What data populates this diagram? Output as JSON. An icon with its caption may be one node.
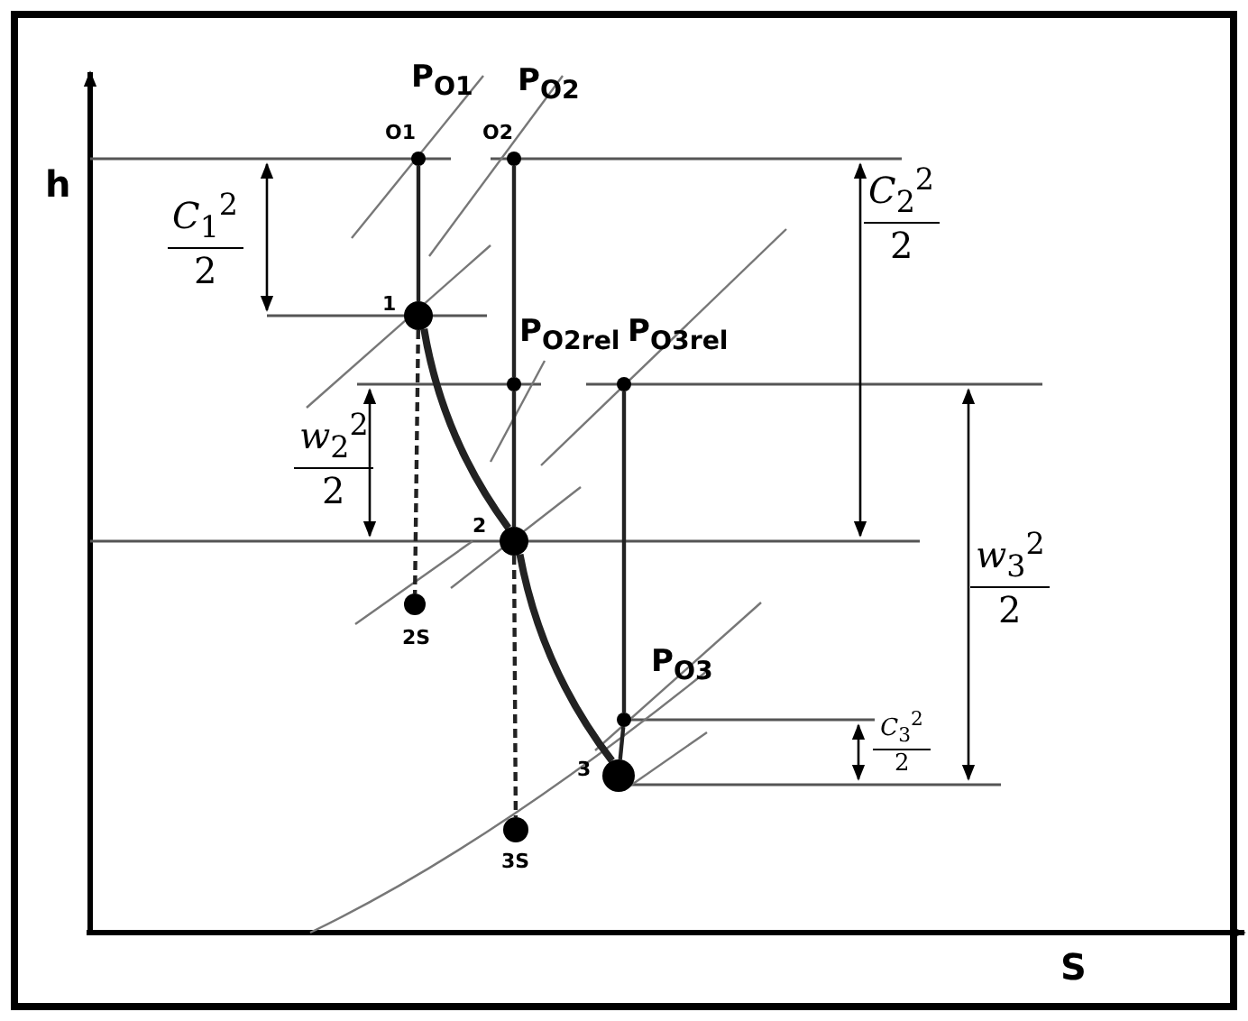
{
  "diagram": {
    "nodes": [
      {
        "text": [],
        "shape": "circle",
        "beside": [
          "O1"
        ]
      },
      {
        "text": [],
        "shape": "circle",
        "beside": [
          "O2"
        ]
      },
      {
        "text": [],
        "shape": "circle",
        "beside": [
          "1"
        ]
      },
      {
        "text": [],
        "shape": "circle"
      },
      {
        "text": [],
        "shape": "circle"
      },
      {
        "text": [],
        "shape": "circle",
        "beside": [
          "2"
        ]
      },
      {
        "text": [],
        "shape": "circle",
        "beside": [
          "2S"
        ]
      },
      {
        "text": [],
        "shape": "circle"
      },
      {
        "text": [],
        "shape": "circle",
        "beside": [
          "3"
        ]
      },
      {
        "text": [],
        "shape": "circle",
        "beside": [
          "3S"
        ]
      }
    ],
    "edges": [
      {
        "from": 0,
        "to": 2,
        "arrow": "none"
      },
      {
        "from": 1,
        "to": 3,
        "arrow": "none"
      },
      {
        "from": 3,
        "to": 5,
        "arrow": "none"
      },
      {
        "from": 2,
        "to": 5,
        "arrow": "none",
        "style": "thick"
      },
      {
        "from": 5,
        "to": 8,
        "arrow": "none",
        "style": "thick"
      },
      {
        "from": 2,
        "to": 6,
        "arrow": "none",
        "style": "dashed"
      },
      {
        "from": 5,
        "to": 9,
        "arrow": "none",
        "style": "dashed"
      },
      {
        "from": 4,
        "to": 7,
        "arrow": "none"
      },
      {
        "from": 7,
        "to": 8,
        "arrow": "none"
      }
    ],
    "labels": [
      "P$_{O1}$",
      "P$_{O2}$",
      "h",
      "*C*$_{1}$$^{2}$",
      "2",
      "*C*$_{2}$$^{2}$",
      "2",
      "P$_{O2rel}$",
      "P$_{O3rel}$",
      "*w*$_{2}$$^{2}$",
      "2",
      "*w*$_{3}$$^{2}$",
      "2",
      "P$_{O3}$",
      "*C*$_{3}$$^{2}$",
      "2",
      "S"
    ]
  }
}
